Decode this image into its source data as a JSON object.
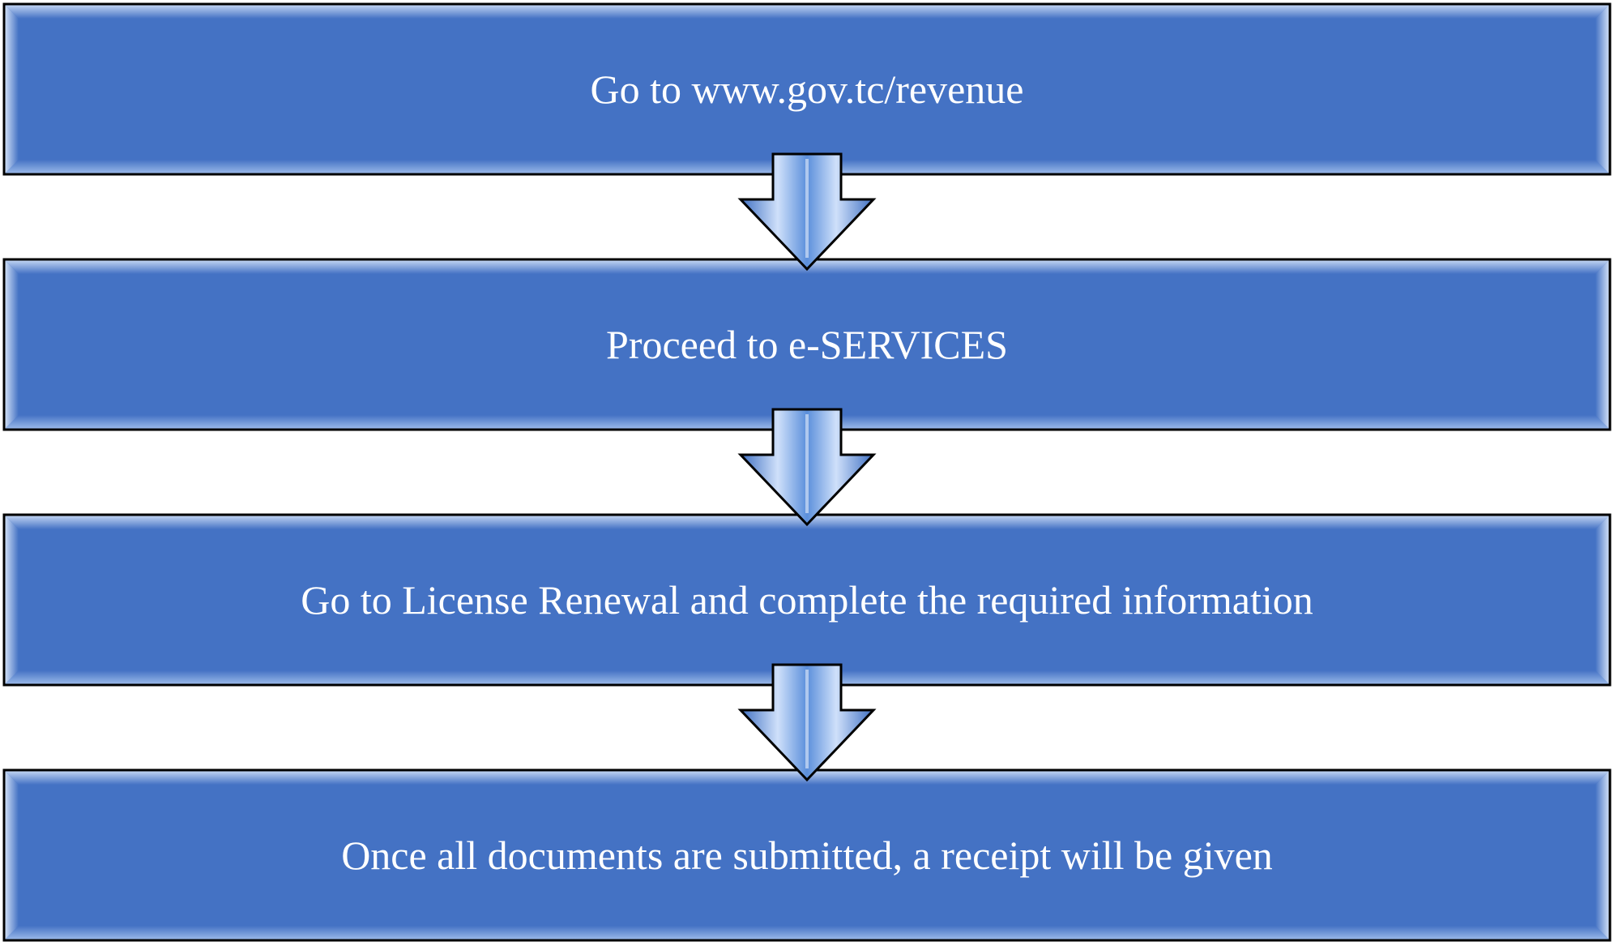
{
  "steps": [
    {
      "label": "Go to www.gov.tc/revenue"
    },
    {
      "label": "Proceed to e-SERVICES"
    },
    {
      "label": "Go to License Renewal and complete the required information"
    },
    {
      "label": "Once all documents are submitted, a receipt will be given"
    }
  ],
  "colors": {
    "box_fill": "#4472C4",
    "box_border": "#000000",
    "text": "#ffffff",
    "arrow_fill": "#5B8FDB"
  },
  "icons": {
    "connector": "down-arrow-icon"
  }
}
